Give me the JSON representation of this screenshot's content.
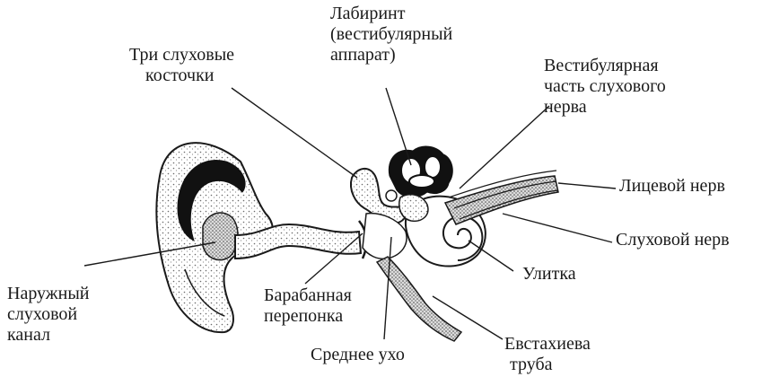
{
  "colors": {
    "ink": "#1a1a1a",
    "stipple": "#5a5a5a",
    "background": "#ffffff"
  },
  "labels": {
    "labyrinth": [
      "Лабиринт",
      "(вестибулярный",
      "аппарат)"
    ],
    "ossicles": [
      "Три слуховые",
      "косточки"
    ],
    "vestibular_nerve": [
      "Вестибулярная",
      "часть слухового",
      "нерва"
    ],
    "facial_nerve": [
      "Лицевой нерв"
    ],
    "auditory_nerve": [
      "Слуховой нерв"
    ],
    "cochlea": [
      "Улитка"
    ],
    "ear_canal": [
      "Наружный",
      "слуховой",
      "канал"
    ],
    "eardrum": [
      "Барабанная",
      "перепонка"
    ],
    "middle_ear": [
      "Среднее ухо"
    ],
    "eustachian_tube": [
      "Евстахиева",
      "труба"
    ]
  }
}
